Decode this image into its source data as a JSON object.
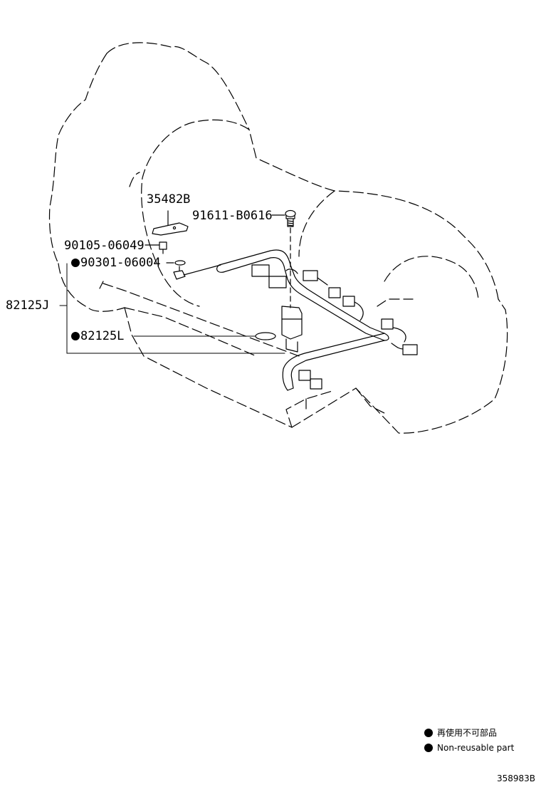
{
  "parts": {
    "p35482B": "35482B",
    "p91611": "91611-B0616",
    "p90105": "90105-06049",
    "p90301": "90301-06004",
    "p82125J": "82125J",
    "p82125L": "82125L"
  },
  "legend": {
    "jp": "再使用不可部品",
    "en": "Non-reusable part"
  },
  "diagram_id": "358983B"
}
